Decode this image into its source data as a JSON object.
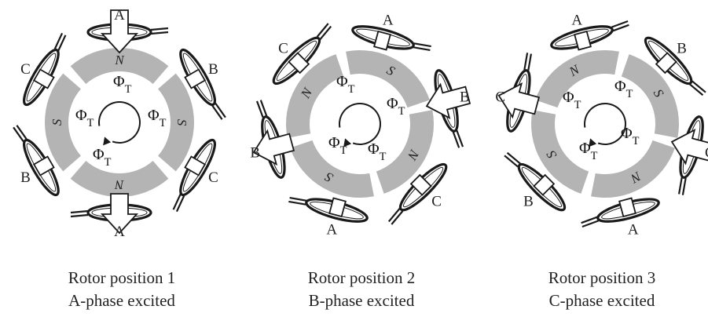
{
  "flux_symbol": "Φ",
  "flux_subscript": "T",
  "colors": {
    "ring": "#b4b4b4",
    "line": "#1a1a1a",
    "background": "#ffffff"
  },
  "panels": [
    {
      "id": "p1",
      "caption_line1": "Rotor position 1",
      "caption_line2": "A-phase excited",
      "pole_labels": [
        "A",
        "B",
        "C",
        "A",
        "B",
        "C"
      ],
      "rotor_labels": [
        "S",
        "N",
        "S",
        "N"
      ]
    },
    {
      "id": "p2",
      "caption_line1": "Rotor position 2",
      "caption_line2": "B-phase excited",
      "pole_labels": [
        "A",
        "B",
        "C",
        "A",
        "B",
        "C"
      ],
      "rotor_labels": [
        "N",
        "S",
        "N",
        "S"
      ]
    },
    {
      "id": "p3",
      "caption_line1": "Rotor position 3",
      "caption_line2": "C-phase excited",
      "pole_labels": [
        "A",
        "B",
        "C",
        "A",
        "B",
        "C"
      ],
      "rotor_labels": [
        "N",
        "S",
        "N",
        "S"
      ]
    }
  ]
}
